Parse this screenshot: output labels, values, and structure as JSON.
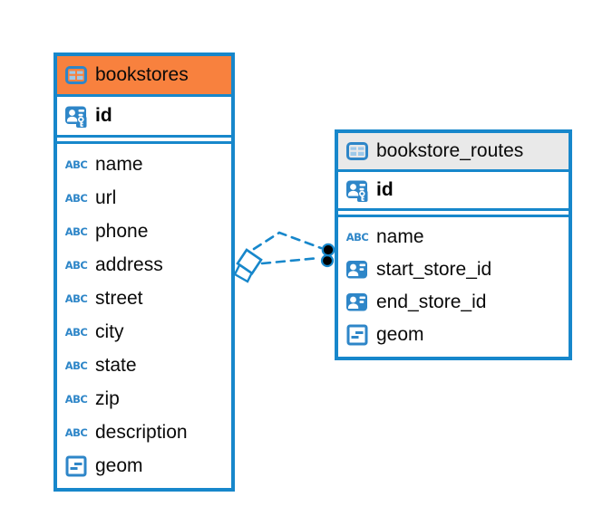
{
  "diagram": {
    "tables": [
      {
        "name": "bookstores",
        "header_color": "#f8813e",
        "primary_key": {
          "label": "id",
          "icon": "id-primary-key-icon"
        },
        "columns": [
          {
            "label": "name",
            "icon": "text-type-icon"
          },
          {
            "label": "url",
            "icon": "text-type-icon"
          },
          {
            "label": "phone",
            "icon": "text-type-icon"
          },
          {
            "label": "address",
            "icon": "text-type-icon"
          },
          {
            "label": "street",
            "icon": "text-type-icon"
          },
          {
            "label": "city",
            "icon": "text-type-icon"
          },
          {
            "label": "state",
            "icon": "text-type-icon"
          },
          {
            "label": "zip",
            "icon": "text-type-icon"
          },
          {
            "label": "description",
            "icon": "text-type-icon"
          },
          {
            "label": "geom",
            "icon": "geometry-type-icon"
          }
        ]
      },
      {
        "name": "bookstore_routes",
        "header_color": "#e9e9e9",
        "primary_key": {
          "label": "id",
          "icon": "id-primary-key-icon"
        },
        "columns": [
          {
            "label": "name",
            "icon": "text-type-icon"
          },
          {
            "label": "start_store_id",
            "icon": "id-reference-icon"
          },
          {
            "label": "end_store_id",
            "icon": "id-reference-icon"
          },
          {
            "label": "geom",
            "icon": "geometry-type-icon"
          }
        ]
      }
    ],
    "relationship": {
      "from_table": "bookstores",
      "to_table": "bookstore_routes",
      "line_style": "dashed",
      "from_marker": "diamond",
      "to_marker": "two-dots"
    }
  },
  "icons": {
    "text_badge": "ABC"
  },
  "colors": {
    "table_border_blue": "#1787cb",
    "icon_blue": "#2e86c8",
    "icon_cell_light_blue": "#9dc9ea",
    "header_orange": "#f8813e",
    "header_gray": "#e9e9e9",
    "relationship_line_blue": "#1787cb",
    "text_black": "#0a0a0a"
  }
}
